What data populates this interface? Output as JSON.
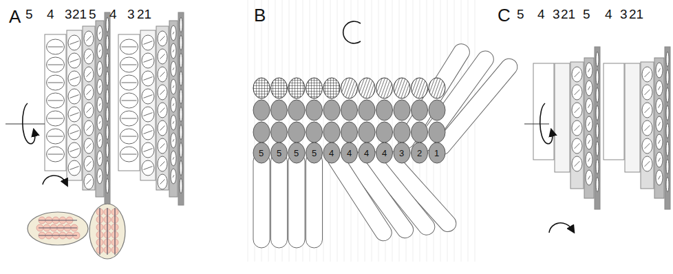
{
  "diagram": {
    "labels": [
      "A",
      "5",
      "4",
      "3",
      "21",
      "5",
      "4",
      "3",
      "21",
      "B",
      "5",
      "5",
      "5",
      "5",
      "4",
      "4",
      "4",
      "4",
      "3",
      "2",
      "1",
      "C",
      "5",
      "4",
      "3",
      "21",
      "5",
      "4",
      "3",
      "21"
    ]
  }
}
